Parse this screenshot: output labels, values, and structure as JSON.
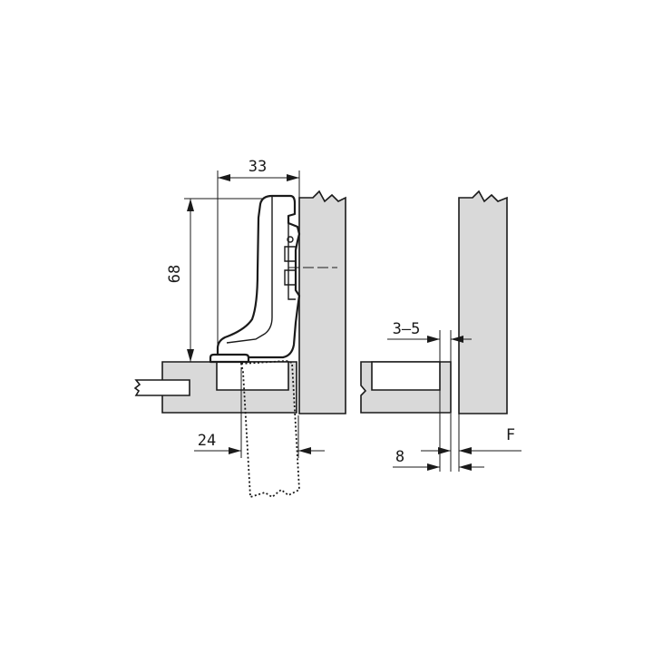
{
  "dimensions": {
    "width": "33",
    "height": "68",
    "drill_distance": "24",
    "gap_range": "3–5",
    "offset": "8"
  },
  "labels": {
    "force": "F"
  },
  "colors": {
    "panel_fill": "#d9d9d9",
    "line": "#1a1a1a",
    "background": "#ffffff"
  }
}
